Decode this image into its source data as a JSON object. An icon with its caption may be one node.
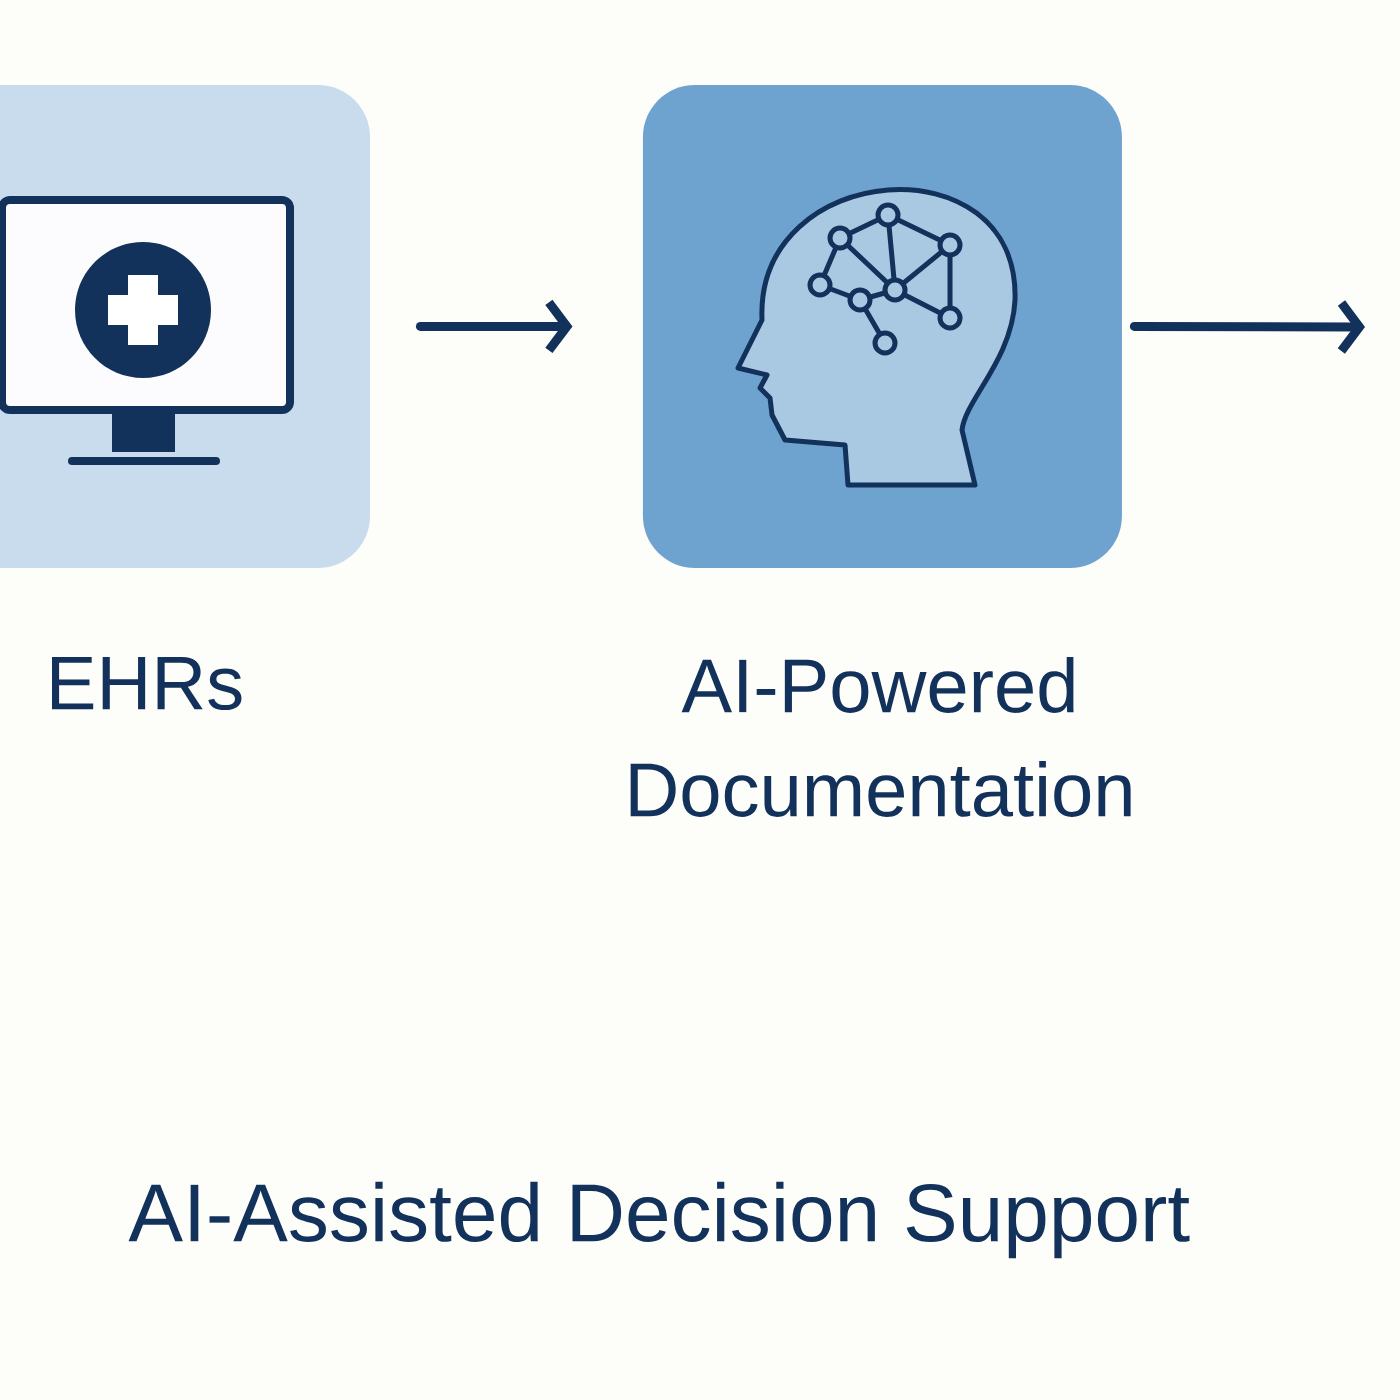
{
  "diagram": {
    "nodes": [
      {
        "text": [
          "EHRs"
        ]
      },
      {
        "text": [
          "AI-Powered Documentation"
        ]
      }
    ],
    "edges": [
      {
        "from": 0,
        "to": 1,
        "arrow": "to"
      },
      {
        "from": 1,
        "to": null,
        "arrow": "to"
      }
    ],
    "labels": [
      "AI-Assisted Decision Support"
    ]
  }
}
